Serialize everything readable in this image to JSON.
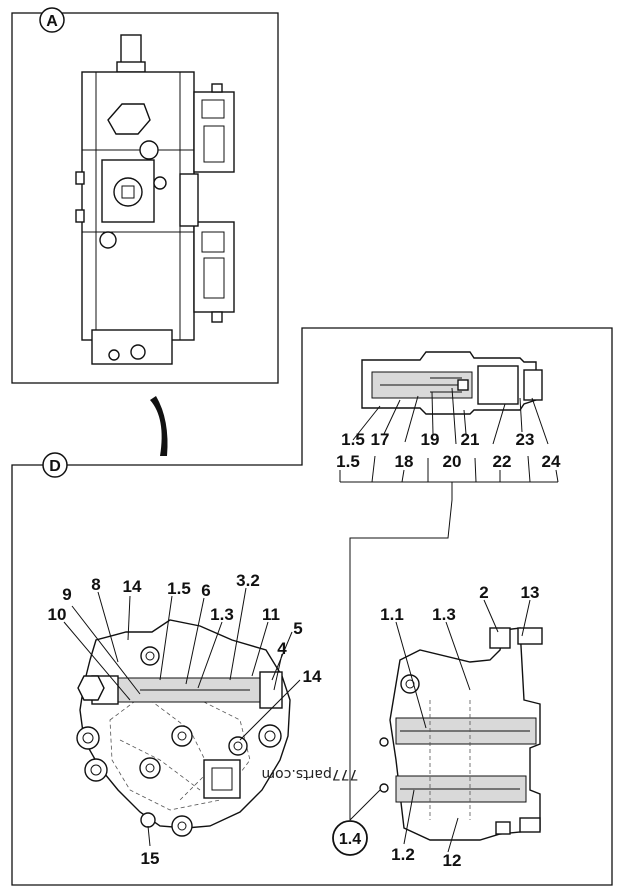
{
  "views": {
    "a": {
      "marker": "A"
    },
    "d": {
      "marker": "D"
    }
  },
  "detail_marker": "1.4",
  "watermark": "777parts.com",
  "callouts": {
    "insert": [
      "1.5",
      "17",
      "18",
      "19",
      "20",
      "21",
      "22",
      "23",
      "24"
    ],
    "left": [
      "9",
      "10",
      "8",
      "14",
      "1.5",
      "6",
      "1.3",
      "3.2",
      "11",
      "5",
      "4",
      "14",
      "15"
    ],
    "right": [
      "1.1",
      "1.3",
      "2",
      "13",
      "1.2",
      "12"
    ]
  }
}
